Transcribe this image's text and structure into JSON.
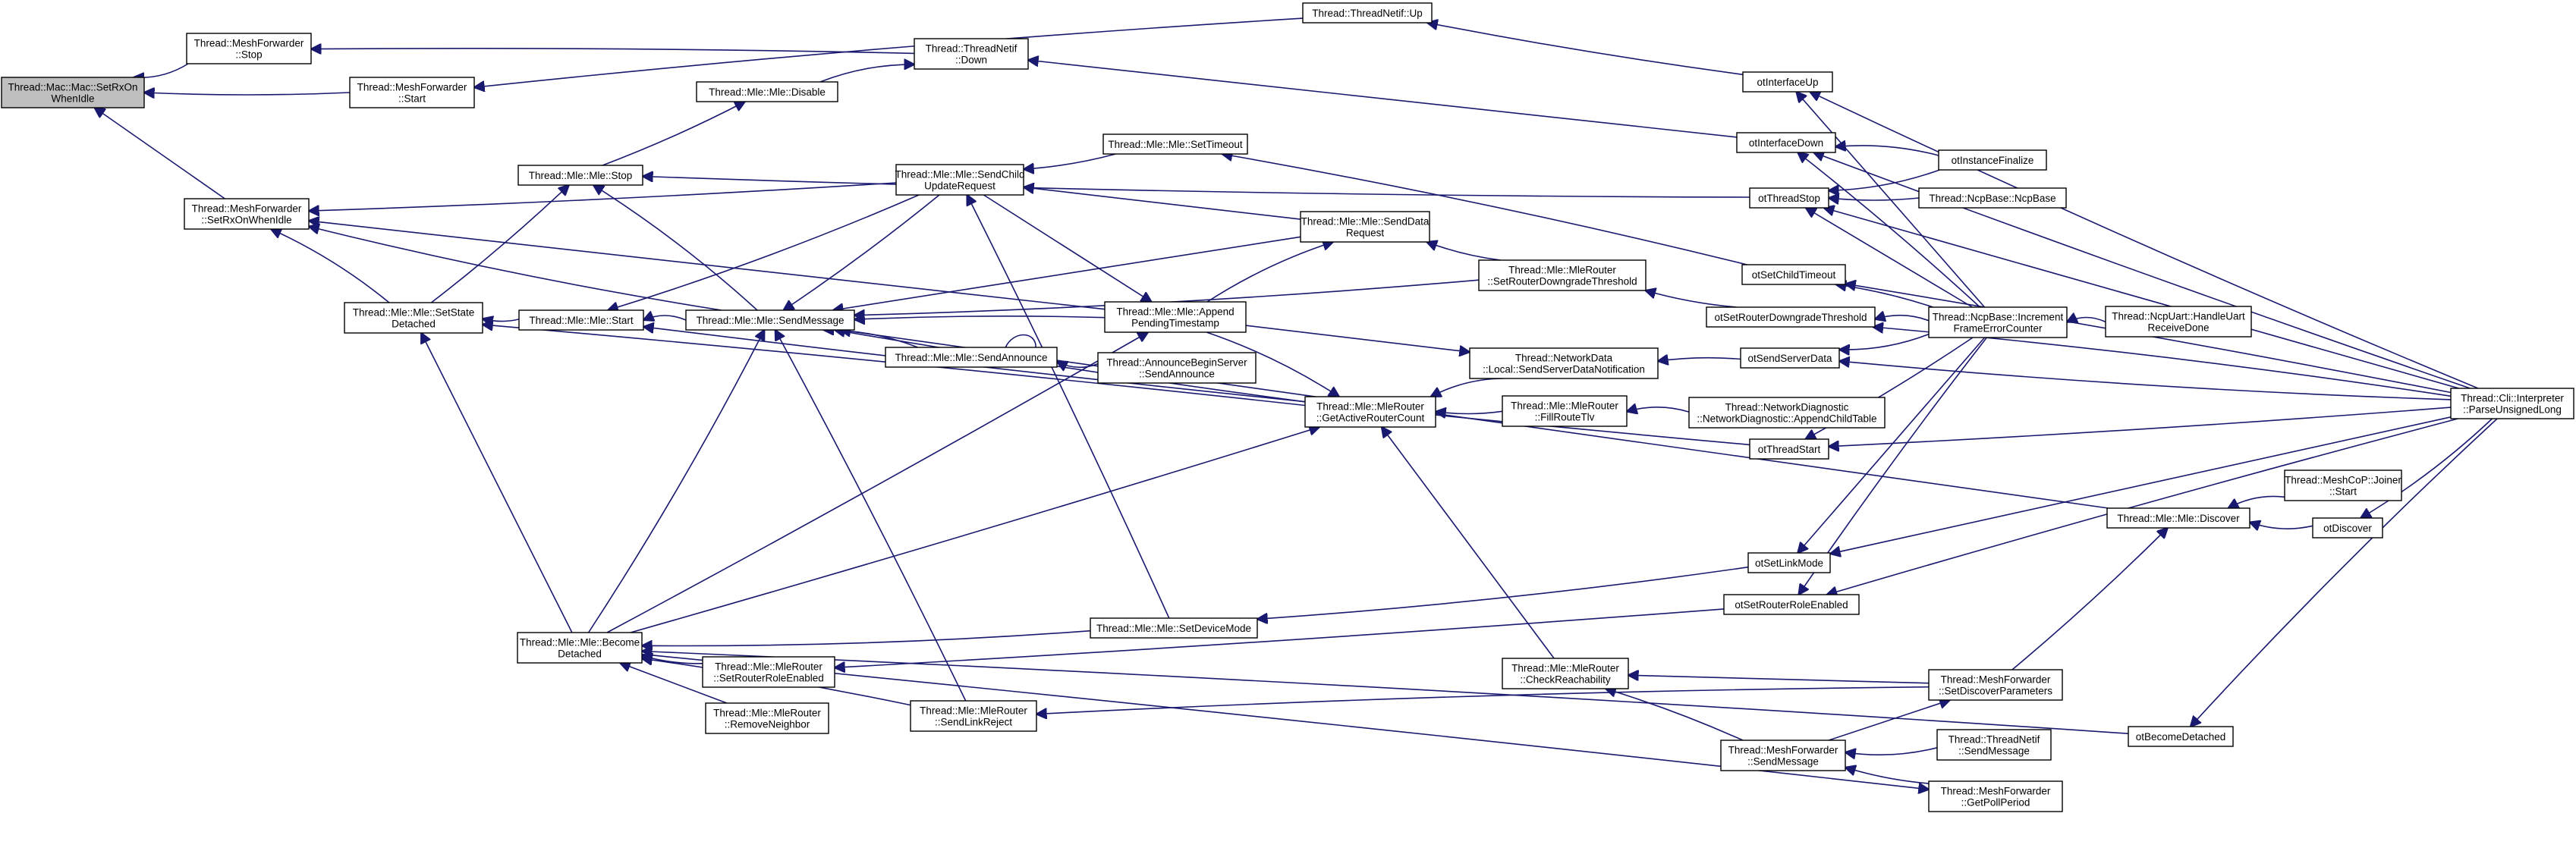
{
  "colors": {
    "edge": "#191970",
    "node_border": "#000000",
    "focus_fill": "#bfbfbf",
    "background": "#ffffff"
  },
  "focus_node": "n_setrxonwhenidle_mac",
  "nodes": [
    {
      "id": "n_setrxonwhenidle_mac",
      "lines": [
        "Thread::Mac::Mac::SetRxOn",
        "WhenIdle"
      ]
    },
    {
      "id": "n_mf_stop",
      "lines": [
        "Thread::MeshForwarder",
        "::Stop"
      ]
    },
    {
      "id": "n_mf_start",
      "lines": [
        "Thread::MeshForwarder",
        "::Start"
      ]
    },
    {
      "id": "n_mf_setrx",
      "lines": [
        "Thread::MeshForwarder",
        "::SetRxOnWhenIdle"
      ]
    },
    {
      "id": "n_netif_up",
      "lines": [
        "Thread::ThreadNetif::Up"
      ]
    },
    {
      "id": "n_netif_down",
      "lines": [
        "Thread::ThreadNetif",
        "::Down"
      ]
    },
    {
      "id": "n_mle_disable",
      "lines": [
        "Thread::Mle::Mle::Disable"
      ]
    },
    {
      "id": "n_mle_stop",
      "lines": [
        "Thread::Mle::Mle::Stop"
      ]
    },
    {
      "id": "n_mle_setstate",
      "lines": [
        "Thread::Mle::Mle::SetState",
        "Detached"
      ]
    },
    {
      "id": "n_mle_start",
      "lines": [
        "Thread::Mle::Mle::Start"
      ]
    },
    {
      "id": "n_mle_sendmsg",
      "lines": [
        "Thread::Mle::Mle::SendMessage"
      ]
    },
    {
      "id": "n_mle_sendchild",
      "lines": [
        "Thread::Mle::Mle::SendChild",
        "UpdateRequest"
      ]
    },
    {
      "id": "n_mle_settimeout",
      "lines": [
        "Thread::Mle::Mle::SetTimeout"
      ]
    },
    {
      "id": "n_mle_senddata",
      "lines": [
        "Thread::Mle::Mle::SendData",
        "Request"
      ]
    },
    {
      "id": "n_mle_append",
      "lines": [
        "Thread::Mle::Mle::Append",
        "PendingTimestamp"
      ]
    },
    {
      "id": "n_mle_sendannounce",
      "lines": [
        "Thread::Mle::Mle::SendAnnounce"
      ]
    },
    {
      "id": "n_announce_begin",
      "lines": [
        "Thread::AnnounceBeginServer",
        "::SendAnnounce"
      ]
    },
    {
      "id": "n_mlerouter_downgrade",
      "lines": [
        "Thread::Mle::MleRouter",
        "::SetRouterDowngradeThreshold"
      ]
    },
    {
      "id": "n_netdata_local",
      "lines": [
        "Thread::NetworkData",
        "::Local::SendServerDataNotification"
      ]
    },
    {
      "id": "n_mlerouter_getactive",
      "lines": [
        "Thread::Mle::MleRouter",
        "::GetActiveRouterCount"
      ]
    },
    {
      "id": "n_mlerouter_fillroute",
      "lines": [
        "Thread::Mle::MleRouter",
        "::FillRouteTlv"
      ]
    },
    {
      "id": "n_netdiag_append",
      "lines": [
        "Thread::NetworkDiagnostic",
        "::NetworkDiagnostic::AppendChildTable"
      ]
    },
    {
      "id": "n_mle_become",
      "lines": [
        "Thread::Mle::Mle::Become",
        "Detached"
      ]
    },
    {
      "id": "n_mle_setdevicemode",
      "lines": [
        "Thread::Mle::Mle::SetDeviceMode"
      ]
    },
    {
      "id": "n_mlerouter_setrouterrole",
      "lines": [
        "Thread::Mle::MleRouter",
        "::SetRouterRoleEnabled"
      ]
    },
    {
      "id": "n_mlerouter_removeneighbor",
      "lines": [
        "Thread::Mle::MleRouter",
        "::RemoveNeighbor"
      ]
    },
    {
      "id": "n_mlerouter_sendlinkreject",
      "lines": [
        "Thread::Mle::MleRouter",
        "::SendLinkReject"
      ]
    },
    {
      "id": "n_mlerouter_checkreach",
      "lines": [
        "Thread::Mle::MleRouter",
        "::CheckReachability"
      ]
    },
    {
      "id": "n_mf_sendmessage",
      "lines": [
        "Thread::MeshForwarder",
        "::SendMessage"
      ]
    },
    {
      "id": "n_ot_interfaceup",
      "lines": [
        "otInterfaceUp"
      ]
    },
    {
      "id": "n_ot_interfacedown",
      "lines": [
        "otInterfaceDown"
      ]
    },
    {
      "id": "n_ot_threadstop",
      "lines": [
        "otThreadStop"
      ]
    },
    {
      "id": "n_ot_setchildtimeout",
      "lines": [
        "otSetChildTimeout"
      ]
    },
    {
      "id": "n_ot_setrouterdowngrade",
      "lines": [
        "otSetRouterDowngradeThreshold"
      ]
    },
    {
      "id": "n_ot_sendserverdata",
      "lines": [
        "otSendServerData"
      ]
    },
    {
      "id": "n_ot_threadstart",
      "lines": [
        "otThreadStart"
      ]
    },
    {
      "id": "n_ot_setlinkmode",
      "lines": [
        "otSetLinkMode"
      ]
    },
    {
      "id": "n_ot_setrouterrole",
      "lines": [
        "otSetRouterRoleEnabled"
      ]
    },
    {
      "id": "n_ot_becomedetached",
      "lines": [
        "otBecomeDetached"
      ]
    },
    {
      "id": "n_ot_instancefinalize",
      "lines": [
        "otInstanceFinalize"
      ]
    },
    {
      "id": "n_ncpbase_ncpbase",
      "lines": [
        "Thread::NcpBase::NcpBase"
      ]
    },
    {
      "id": "n_ncpbase_increment",
      "lines": [
        "Thread::NcpBase::Increment",
        "FrameErrorCounter"
      ]
    },
    {
      "id": "n_ncpuart",
      "lines": [
        "Thread::NcpUart::HandleUart",
        "ReceiveDone"
      ]
    },
    {
      "id": "n_mle_discover",
      "lines": [
        "Thread::Mle::Mle::Discover"
      ]
    },
    {
      "id": "n_meshcop_joiner",
      "lines": [
        "Thread::MeshCoP::Joiner",
        "::Start"
      ]
    },
    {
      "id": "n_ot_discover",
      "lines": [
        "otDiscover"
      ]
    },
    {
      "id": "n_mf_setdiscover",
      "lines": [
        "Thread::MeshForwarder",
        "::SetDiscoverParameters"
      ]
    },
    {
      "id": "n_netif_sendmessage",
      "lines": [
        "Thread::ThreadNetif",
        "::SendMessage"
      ]
    },
    {
      "id": "n_mf_getpoll",
      "lines": [
        "Thread::MeshForwarder",
        "::GetPollPeriod"
      ]
    },
    {
      "id": "n_cli_parse",
      "lines": [
        "Thread::Cli::Interpreter",
        "::ParseUnsignedLong"
      ]
    }
  ],
  "edges": [
    [
      "n_mf_stop",
      "n_setrxonwhenidle_mac"
    ],
    [
      "n_mf_start",
      "n_setrxonwhenidle_mac"
    ],
    [
      "n_mf_setrx",
      "n_setrxonwhenidle_mac"
    ],
    [
      "n_netif_down",
      "n_mf_stop"
    ],
    [
      "n_netif_up",
      "n_mf_start"
    ],
    [
      "n_mle_disable",
      "n_netif_down"
    ],
    [
      "n_ot_interfaceup",
      "n_netif_up"
    ],
    [
      "n_ot_interfacedown",
      "n_netif_down"
    ],
    [
      "n_mle_stop",
      "n_mle_disable"
    ],
    [
      "n_mle_setstate",
      "n_mf_setrx"
    ],
    [
      "n_mle_sendmsg",
      "n_mf_setrx"
    ],
    [
      "n_mle_sendchild",
      "n_mf_setrx"
    ],
    [
      "n_mle_append",
      "n_mf_setrx"
    ],
    [
      "n_mle_setstate",
      "n_mle_stop"
    ],
    [
      "n_mle_sendmsg",
      "n_mle_stop"
    ],
    [
      "n_ot_threadstop",
      "n_mle_stop"
    ],
    [
      "n_mle_start",
      "n_mle_setstate"
    ],
    [
      "n_mle_become",
      "n_mle_setstate"
    ],
    [
      "n_mlerouter_getactive",
      "n_mle_setstate"
    ],
    [
      "n_mle_sendmsg",
      "n_mle_start"
    ],
    [
      "n_ot_threadstart",
      "n_mle_start"
    ],
    [
      "n_mle_sendchild",
      "n_mle_sendmsg"
    ],
    [
      "n_mle_senddata",
      "n_mle_sendmsg"
    ],
    [
      "n_mle_append",
      "n_mle_sendmsg"
    ],
    [
      "n_mle_sendannounce",
      "n_mle_sendmsg"
    ],
    [
      "n_mlerouter_downgrade",
      "n_mle_sendmsg"
    ],
    [
      "n_mlerouter_getactive",
      "n_mle_sendmsg"
    ],
    [
      "n_mle_discover",
      "n_mle_sendmsg"
    ],
    [
      "n_mlerouter_sendlinkreject",
      "n_mle_sendmsg"
    ],
    [
      "n_mle_become",
      "n_mle_sendmsg"
    ],
    [
      "n_mle_sendchild",
      "n_mle_start"
    ],
    [
      "n_mle_settimeout",
      "n_mle_sendchild"
    ],
    [
      "n_mle_senddata",
      "n_mle_sendchild"
    ],
    [
      "n_mle_setdevicemode",
      "n_mle_sendchild"
    ],
    [
      "n_ot_setchildtimeout",
      "n_mle_settimeout"
    ],
    [
      "n_mle_append",
      "n_mle_senddata"
    ],
    [
      "n_mlerouter_downgrade",
      "n_mle_senddata"
    ],
    [
      "n_mle_sendchild",
      "n_mle_append"
    ],
    [
      "n_mle_become",
      "n_mle_append"
    ],
    [
      "n_mle_sendannounce",
      "n_mle_sendannounce"
    ],
    [
      "n_announce_begin",
      "n_mle_sendannounce"
    ],
    [
      "n_ot_setrouterdowngrade",
      "n_mlerouter_downgrade"
    ],
    [
      "n_mle_append",
      "n_netdata_local"
    ],
    [
      "n_ot_sendserverdata",
      "n_netdata_local"
    ],
    [
      "n_netdata_local",
      "n_mlerouter_getactive"
    ],
    [
      "n_mle_append",
      "n_mlerouter_getactive"
    ],
    [
      "n_mlerouter_fillroute",
      "n_mlerouter_getactive"
    ],
    [
      "n_mlerouter_checkreach",
      "n_mlerouter_getactive"
    ],
    [
      "n_mle_become",
      "n_mlerouter_getactive"
    ],
    [
      "n_netdiag_append",
      "n_mlerouter_fillroute"
    ],
    [
      "n_mle_setdevicemode",
      "n_mle_become"
    ],
    [
      "n_mlerouter_setrouterrole",
      "n_mle_become"
    ],
    [
      "n_mlerouter_removeneighbor",
      "n_mle_become"
    ],
    [
      "n_mlerouter_sendlinkreject",
      "n_mle_become"
    ],
    [
      "n_ot_becomedetached",
      "n_mle_become"
    ],
    [
      "n_ot_setlinkmode",
      "n_mle_setdevicemode"
    ],
    [
      "n_ot_setrouterrole",
      "n_mlerouter_setrouterrole"
    ],
    [
      "n_mf_setdiscover",
      "n_mlerouter_checkreach"
    ],
    [
      "n_mf_sendmessage",
      "n_mlerouter_checkreach"
    ],
    [
      "n_mf_setdiscover",
      "n_mlerouter_sendlinkreject"
    ],
    [
      "n_netif_sendmessage",
      "n_mf_sendmessage"
    ],
    [
      "n_mf_getpoll",
      "n_mf_sendmessage"
    ],
    [
      "n_mf_sendmessage",
      "n_mf_setdiscover"
    ],
    [
      "n_mf_setdiscover",
      "n_mle_discover"
    ],
    [
      "n_meshcop_joiner",
      "n_mle_discover"
    ],
    [
      "n_ot_discover",
      "n_mle_discover"
    ],
    [
      "n_mle_become",
      "n_mf_getpoll"
    ],
    [
      "n_ncpbase_increment",
      "n_ot_interfaceup"
    ],
    [
      "n_ncpbase_increment",
      "n_ot_interfacedown"
    ],
    [
      "n_ot_instancefinalize",
      "n_ot_interfacedown"
    ],
    [
      "n_ot_instancefinalize",
      "n_ot_threadstop"
    ],
    [
      "n_ncpbase_ncpbase",
      "n_ot_threadstop"
    ],
    [
      "n_ncpbase_increment",
      "n_ot_threadstop"
    ],
    [
      "n_ncpbase_increment",
      "n_ot_setchildtimeout"
    ],
    [
      "n_ncpbase_increment",
      "n_ot_setrouterdowngrade"
    ],
    [
      "n_ncpbase_increment",
      "n_ot_sendserverdata"
    ],
    [
      "n_ncpbase_increment",
      "n_ot_threadstart"
    ],
    [
      "n_ncpbase_increment",
      "n_ot_setlinkmode"
    ],
    [
      "n_ncpbase_increment",
      "n_ot_setrouterrole"
    ],
    [
      "n_ncpuart",
      "n_ncpbase_increment"
    ],
    [
      "n_cli_parse",
      "n_ot_interfaceup"
    ],
    [
      "n_cli_parse",
      "n_ot_interfacedown"
    ],
    [
      "n_cli_parse",
      "n_ot_threadstop"
    ],
    [
      "n_cli_parse",
      "n_ot_setchildtimeout"
    ],
    [
      "n_cli_parse",
      "n_ot_setrouterdowngrade"
    ],
    [
      "n_cli_parse",
      "n_ot_sendserverdata"
    ],
    [
      "n_cli_parse",
      "n_ot_threadstart"
    ],
    [
      "n_cli_parse",
      "n_ot_setlinkmode"
    ],
    [
      "n_cli_parse",
      "n_ot_setrouterrole"
    ],
    [
      "n_cli_parse",
      "n_ot_becomedetached"
    ],
    [
      "n_cli_parse",
      "n_ot_discover"
    ]
  ]
}
